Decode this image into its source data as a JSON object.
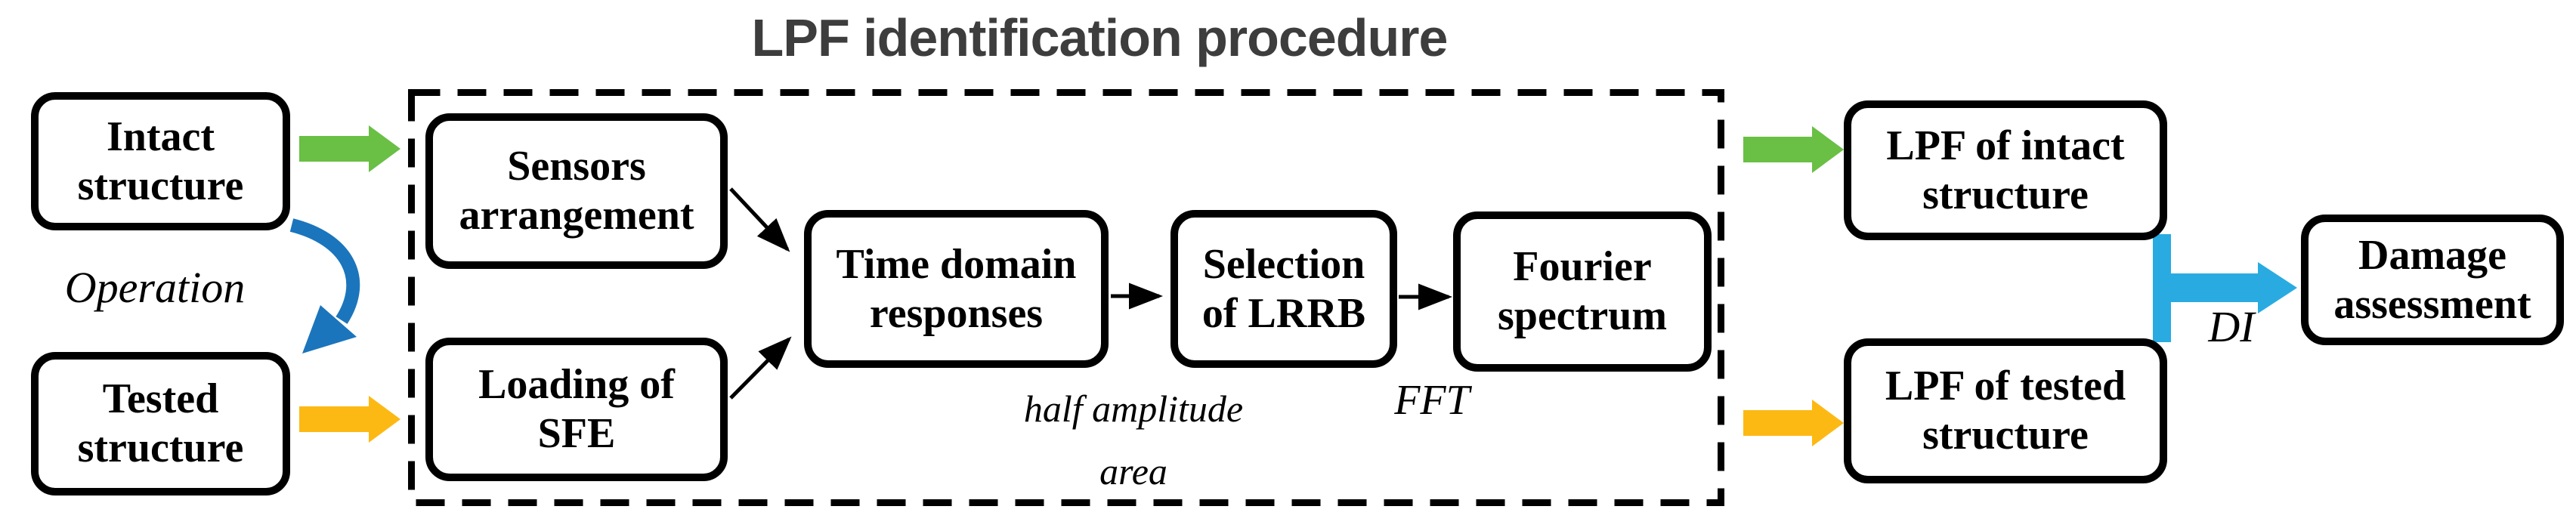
{
  "title": "LPF identification procedure",
  "boxes": {
    "intact": [
      "Intact",
      "structure"
    ],
    "tested": [
      "Tested",
      "structure"
    ],
    "sensors": [
      "Sensors",
      "arrangement"
    ],
    "loading": [
      "Loading of",
      "SFE"
    ],
    "time": [
      "Time domain",
      "responses"
    ],
    "selection": [
      "Selection",
      "of LRRB"
    ],
    "fourier": [
      "Fourier",
      "spectrum"
    ],
    "lpf_intact": [
      "LPF of intact",
      "structure"
    ],
    "lpf_tested": [
      "LPF of tested",
      "structure"
    ],
    "damage": [
      "Damage",
      "assessment"
    ]
  },
  "labels": {
    "operation": "Operation",
    "half_amplitude": [
      "half amplitude",
      "area"
    ],
    "fft": "FFT",
    "di": "DI"
  },
  "colors": {
    "green": "#6abf45",
    "yellow": "#fdb913",
    "blue": "#1b75bc",
    "cyan": "#29abe2",
    "line": "#000000",
    "title_gray": "#3d3d3d"
  }
}
